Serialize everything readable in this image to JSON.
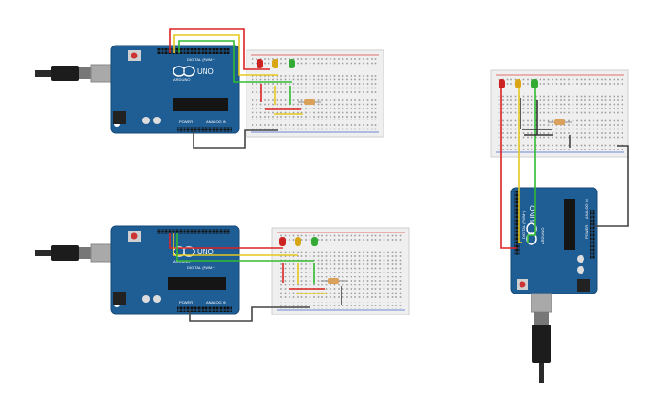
{
  "circuits": [
    {
      "id": "top-left",
      "board": {
        "model_text": "UNO",
        "brand_text": "ARDUINO",
        "digital_text": "DIGITAL (PWM~)",
        "power_text": "POWER",
        "analog_text": "ANALOG IN"
      },
      "leds": [
        {
          "color": "#cc2222"
        },
        {
          "color": "#d8a515"
        },
        {
          "color": "#33aa33"
        }
      ],
      "wires": [
        {
          "color": "#dd2222"
        },
        {
          "color": "#e6c81e"
        },
        {
          "color": "#33bb33"
        },
        {
          "color": "#444444"
        }
      ]
    },
    {
      "id": "bottom-left",
      "board": {
        "model_text": "UNO",
        "brand_text": "ARDUINO",
        "digital_text": "DIGITAL (PWM~)",
        "power_text": "POWER",
        "analog_text": "ANALOG IN"
      },
      "leds": [
        {
          "color": "#cc2222"
        },
        {
          "color": "#d8a515"
        },
        {
          "color": "#33aa33"
        }
      ],
      "wires": [
        {
          "color": "#dd2222"
        },
        {
          "color": "#e6c81e"
        },
        {
          "color": "#33bb33"
        },
        {
          "color": "#444444"
        }
      ]
    },
    {
      "id": "right",
      "board": {
        "model_text": "UNO",
        "brand_text": "ARDUINO",
        "digital_text": "DIGITAL (PWM~)",
        "power_text": "POWER",
        "analog_text": "ANALOG IN"
      },
      "leds": [
        {
          "color": "#cc2222"
        },
        {
          "color": "#d8a515"
        },
        {
          "color": "#33aa33"
        }
      ],
      "wires": [
        {
          "color": "#dd2222"
        },
        {
          "color": "#e6c81e"
        },
        {
          "color": "#33bb33"
        },
        {
          "color": "#444444"
        }
      ]
    }
  ],
  "colors": {
    "board": "#1f5d95",
    "board_dark": "#164a78",
    "breadboard": "#efefef",
    "rail_red": "#dd4444",
    "rail_blue": "#4466cc",
    "cable": "#222222"
  }
}
